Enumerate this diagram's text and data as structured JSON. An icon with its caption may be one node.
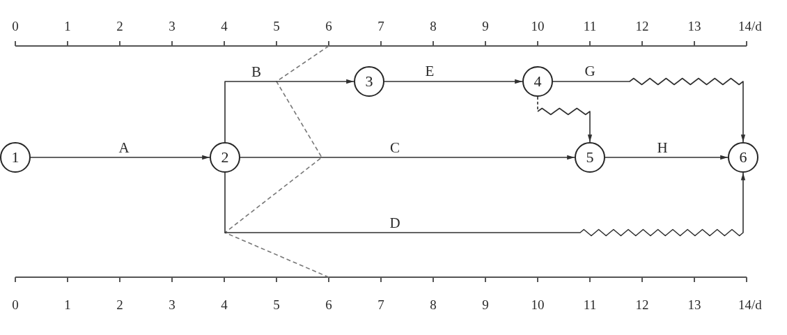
{
  "diagram": {
    "nodes": [
      {
        "text": [
          "1"
        ]
      },
      {
        "text": [
          "2"
        ]
      },
      {
        "text": [
          "3"
        ]
      },
      {
        "text": [
          "4"
        ]
      },
      {
        "text": [
          "5"
        ]
      },
      {
        "text": [
          "6"
        ]
      }
    ],
    "edges": [
      {
        "from": 0,
        "to": 1,
        "arrow": "to",
        "label": "A"
      },
      {
        "from": 1,
        "to": 2,
        "arrow": "to",
        "label": "B"
      },
      {
        "from": 1,
        "to": 4,
        "arrow": "to",
        "label": "C"
      },
      {
        "from": 1,
        "to": 5,
        "arrow": "to",
        "label": "D"
      },
      {
        "from": 2,
        "to": 3,
        "arrow": "to",
        "label": "E"
      },
      {
        "from": 3,
        "to": 5,
        "arrow": "to",
        "label": "G"
      },
      {
        "from": 3,
        "to": 4,
        "arrow": "to",
        "style": "dashed"
      },
      {
        "from": 4,
        "to": 5,
        "arrow": "to",
        "label": "H"
      }
    ],
    "labels": [
      "0",
      "1",
      "2",
      "3",
      "4",
      "5",
      "6",
      "7",
      "8",
      "9",
      "10",
      "11",
      "12",
      "13",
      "14/d",
      "0",
      "1",
      "2",
      "3",
      "4",
      "5",
      "6",
      "7",
      "8",
      "9",
      "10",
      "11",
      "12",
      "13",
      "14/d"
    ]
  }
}
